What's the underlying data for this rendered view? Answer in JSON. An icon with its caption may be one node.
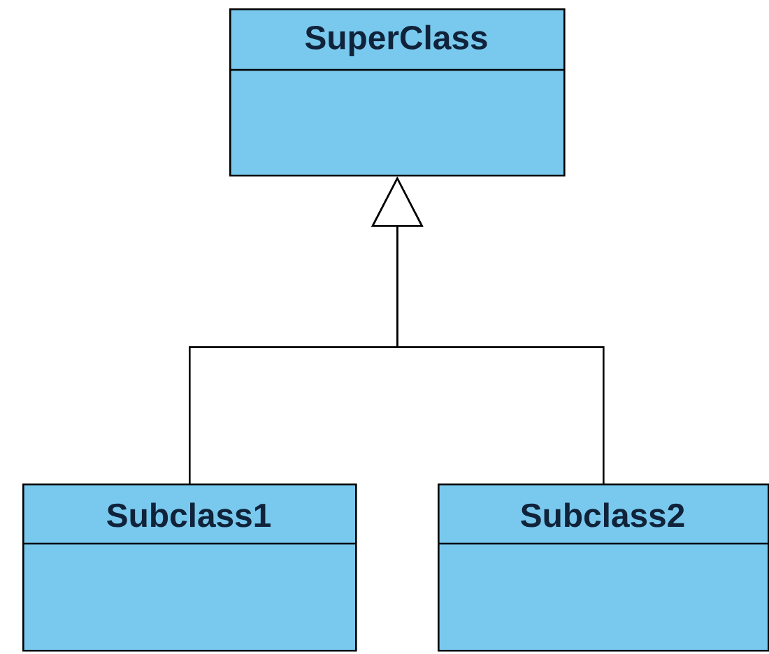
{
  "diagram": {
    "nodes": [
      {
        "text": [
          "SuperClass"
        ]
      },
      {
        "text": [
          "Subclass1"
        ]
      },
      {
        "text": [
          "Subclass2"
        ]
      }
    ],
    "edges": [
      {
        "from": 1,
        "to": 0,
        "arrow": "to"
      },
      {
        "from": 2,
        "to": 0,
        "arrow": "to"
      }
    ]
  }
}
